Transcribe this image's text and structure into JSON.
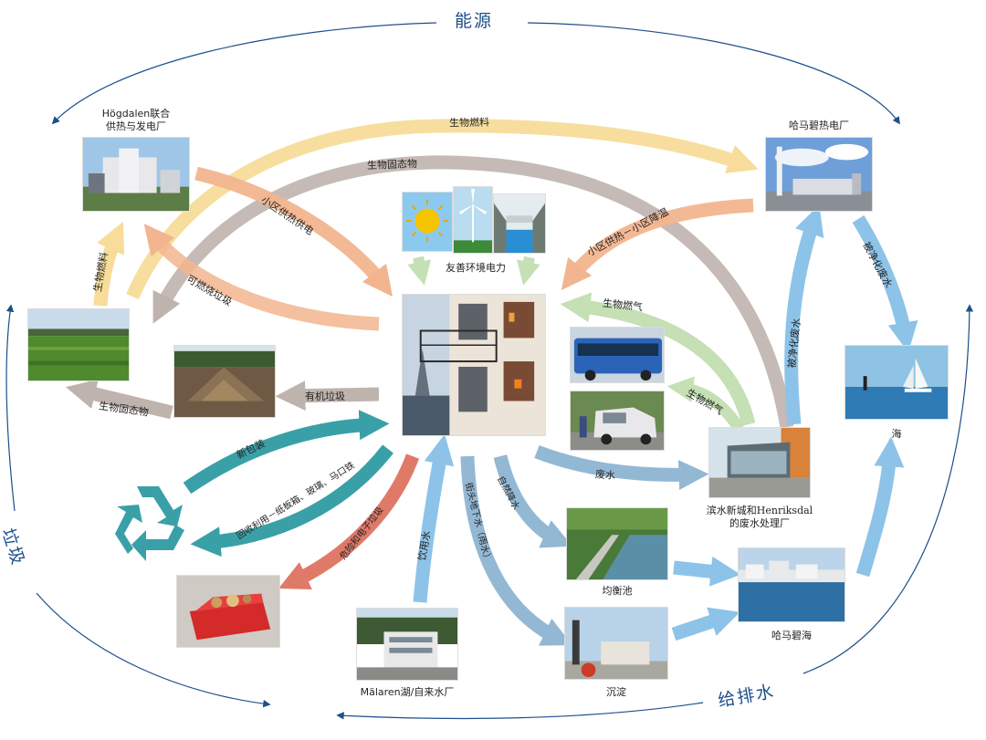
{
  "cycle_labels": {
    "energy": "能源",
    "waste": "垃圾",
    "water": "给排水"
  },
  "nodes": {
    "hogdalen": "Högdalen联合\n供热与发电厂",
    "hammarby_plant": "哈马碧热电厂",
    "eco_power": "友善环境电力",
    "sea": "海",
    "wastewater": "滨水新城和Henriksdal\n的废水处理厂",
    "equalizing_pond": "均衡池",
    "hammarby_sea": "哈马碧海",
    "sediment": "沉淀",
    "malaren": "Mälaren湖/自来水厂"
  },
  "flows": {
    "biofuel_top": "生物燃料",
    "biosolids_top": "生物固态物",
    "district_heat_power": "小区供热供电",
    "district_heat_cool": "小区供热－小区降温",
    "combustible_waste": "可燃烧垃圾",
    "biofuel_left": "生物燃料",
    "biogas_1": "生物燃气",
    "biogas_2": "生物燃气",
    "biosolids_left": "生物固态物",
    "organic_waste": "有机垃圾",
    "new_packaging": "新包装",
    "recycle": "回收利用－纸板箱、玻璃、马口铁",
    "hazardous": "危险和电子垃圾",
    "drinking_water": "饮用水",
    "street_runoff": "街头地下水（雨水）",
    "natural_runoff": "自然降水",
    "wastewater_flow": "废水",
    "purified_1": "被净化废水",
    "purified_2": "被净化废水"
  },
  "colors": {
    "orange": "#f2b58f",
    "yellow": "#f7dc9a",
    "grey": "#bfb3ad",
    "blue": "#8dc3e8",
    "light_green": "#c4e0b4",
    "teal": "#3aa0a8",
    "red": "#e07a68",
    "steel": "#93b8d4",
    "dark_blue": "#1d4f8a"
  },
  "icons": [
    "sun-icon",
    "wind-turbine-icon",
    "hydropower-icon",
    "recycle-icon"
  ]
}
